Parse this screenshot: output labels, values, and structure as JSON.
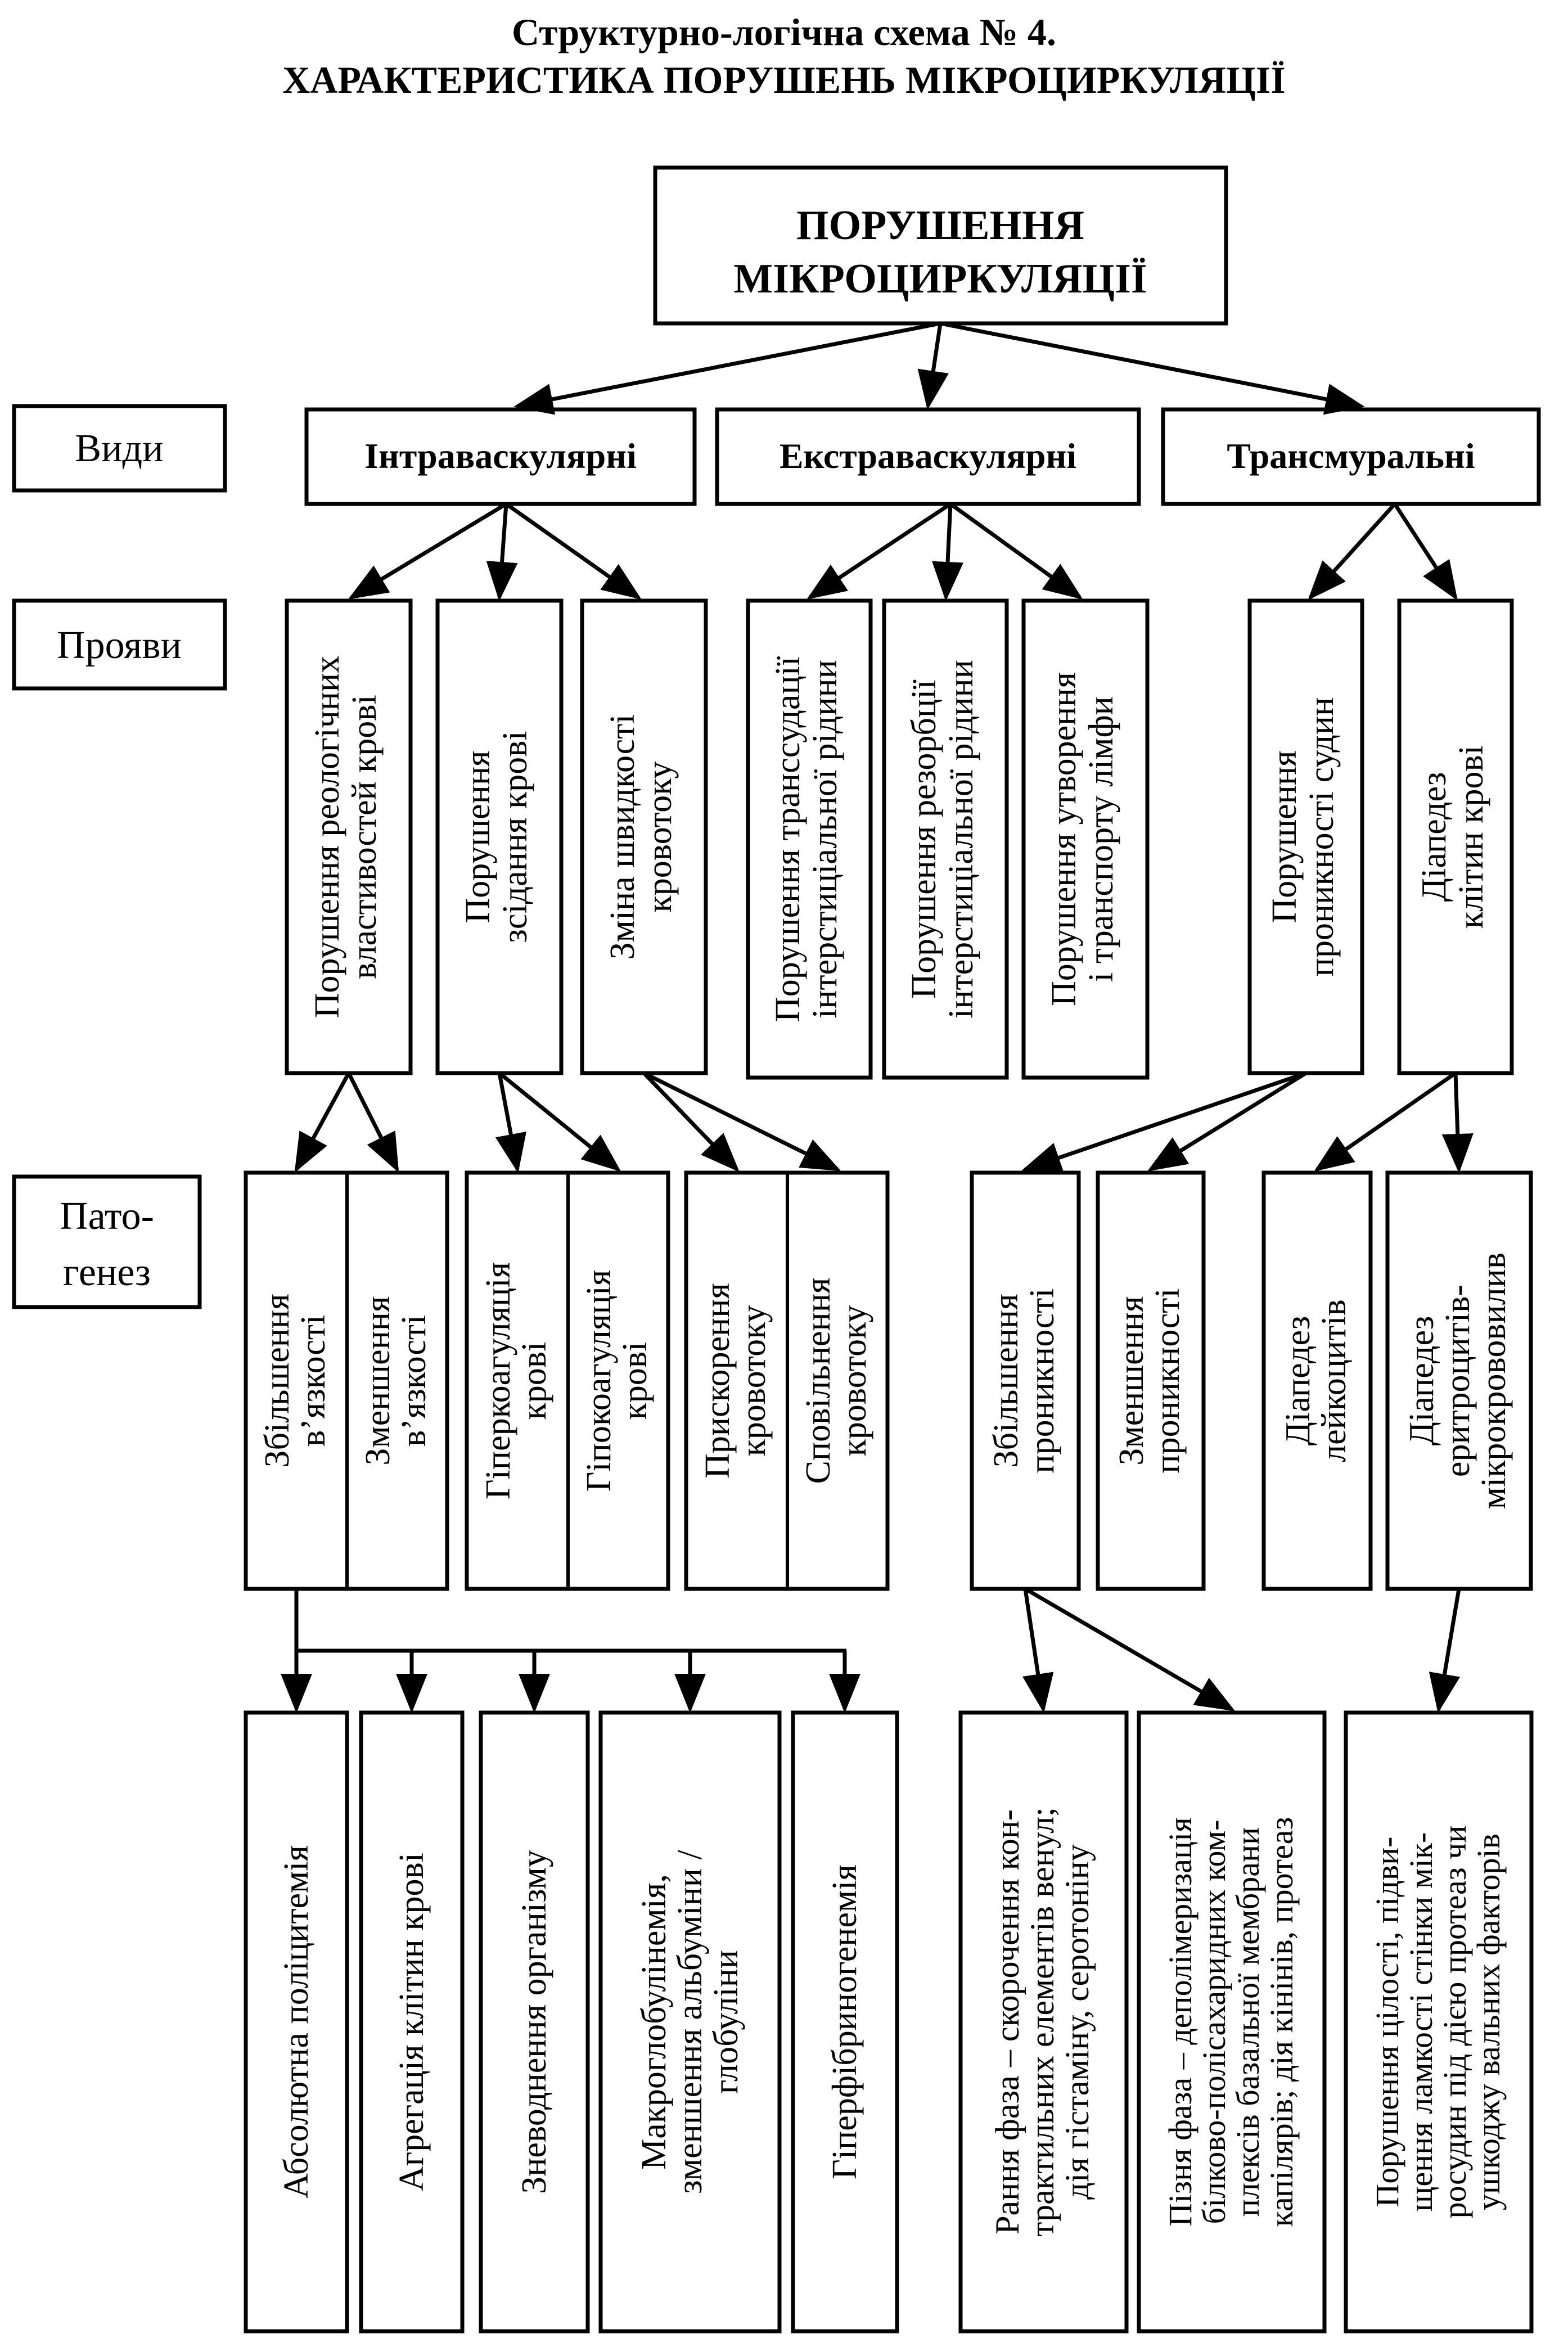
{
  "header": {
    "subtitle": "Структурно-логічна схема № 4.",
    "title": "ХАРАКТЕРИСТИКА ПОРУШЕНЬ МІКРОЦИРКУЛЯЦІЇ"
  },
  "root": {
    "line1": "ПОРУШЕННЯ",
    "line2": "МІКРОЦИРКУЛЯЦІЇ"
  },
  "row_labels": {
    "types": "Види",
    "manifestations": "Прояви",
    "pathogenesis_1": "Пато-",
    "pathogenesis_2": "генез"
  },
  "types": {
    "intra": "Інтраваскулярні",
    "extra": "Екстраваскулярні",
    "trans": "Трансмуральні"
  },
  "manifestations": {
    "rheology": [
      "Порушення реологічних",
      "властивостей крові"
    ],
    "coagulation": [
      "Порушення",
      "зсідання крові"
    ],
    "velocity": [
      "Зміна швидкості",
      "кровотоку"
    ],
    "transudation": [
      "Порушення транссудації",
      "інтерстиціальної рідини"
    ],
    "resorption": [
      "Порушення резорбції",
      "інтерстиціальної рідини"
    ],
    "lymph": [
      "Порушення утворення",
      "і транспорту лімфи"
    ],
    "permeability": [
      "Порушення",
      "проникності судин"
    ],
    "diapedesis": [
      "Діапедез",
      "клітин крові"
    ]
  },
  "pathogenesis": {
    "visc_up": [
      "Збільшення",
      "в’язкості"
    ],
    "visc_down": [
      "Зменшення",
      "в’язкості"
    ],
    "hypercoag": [
      "Гіперкоагуляція",
      "крові"
    ],
    "hypocoag": [
      "Гіпокоагуляція",
      "крові"
    ],
    "accel": [
      "Прискорення",
      "кровотоку"
    ],
    "slow": [
      "Сповільнення",
      "кровотоку"
    ],
    "perm_up": [
      "Збільшення",
      "проникності"
    ],
    "perm_down": [
      "Зменшення",
      "проникності"
    ],
    "leuko": [
      "Діапедез",
      "лейкоцитів"
    ],
    "erythro": [
      "Діапедез",
      "еритроцитів-",
      "мікрокрововилив"
    ]
  },
  "causes": {
    "polycythemia": [
      "Абсолютна поліцитемія"
    ],
    "aggregation": [
      "Агрегація клітин крові"
    ],
    "dehydration": [
      "Зневоднення організму"
    ],
    "macroglobulin": [
      "Макроглобулінемія,",
      "зменшення альбуміни /",
      "глобуліни"
    ],
    "fibrinogen": [
      "Гіперфібриногенемія"
    ],
    "early": [
      "Рання фаза – скорочення кон-",
      "трактильних елементів венул;",
      "дія гістаміну, серотоніну"
    ],
    "late": [
      "Пізня фаза – деполімеризація",
      "білково-полісахаридних ком-",
      "плексів базальної мембрани",
      "капілярів; дія кінінів, протеаз"
    ],
    "integrity": [
      "Порушення цілості, підви-",
      "щення ламкості стінки мік-",
      "росудин під дією протеаз чи",
      "ушкоджу вальних факторів"
    ]
  }
}
